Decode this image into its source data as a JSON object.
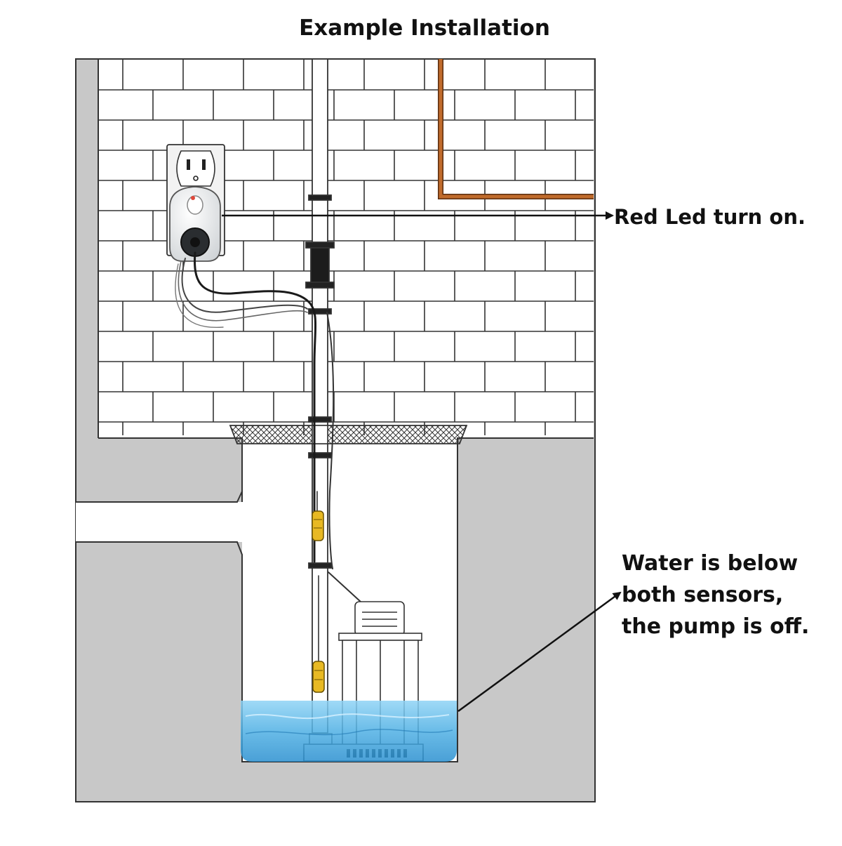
{
  "title": "Example Installation",
  "annotations": {
    "red_led": "Red Led turn on.",
    "water_lines": [
      "Water is below",
      "both sensors,",
      "the pump is off."
    ]
  },
  "colors": {
    "wall_gray": "#c8c8c8",
    "brick_outline": "#333333",
    "copper_pipe": "#b5652a",
    "water_blue": "#4fb0e4",
    "float_yellow": "#e8b923",
    "led_red": "#e0473a"
  },
  "icons": [
    "electrical-outlet-icon",
    "alarm-plug-device-icon",
    "float-switch-icon",
    "sump-pump-icon"
  ]
}
